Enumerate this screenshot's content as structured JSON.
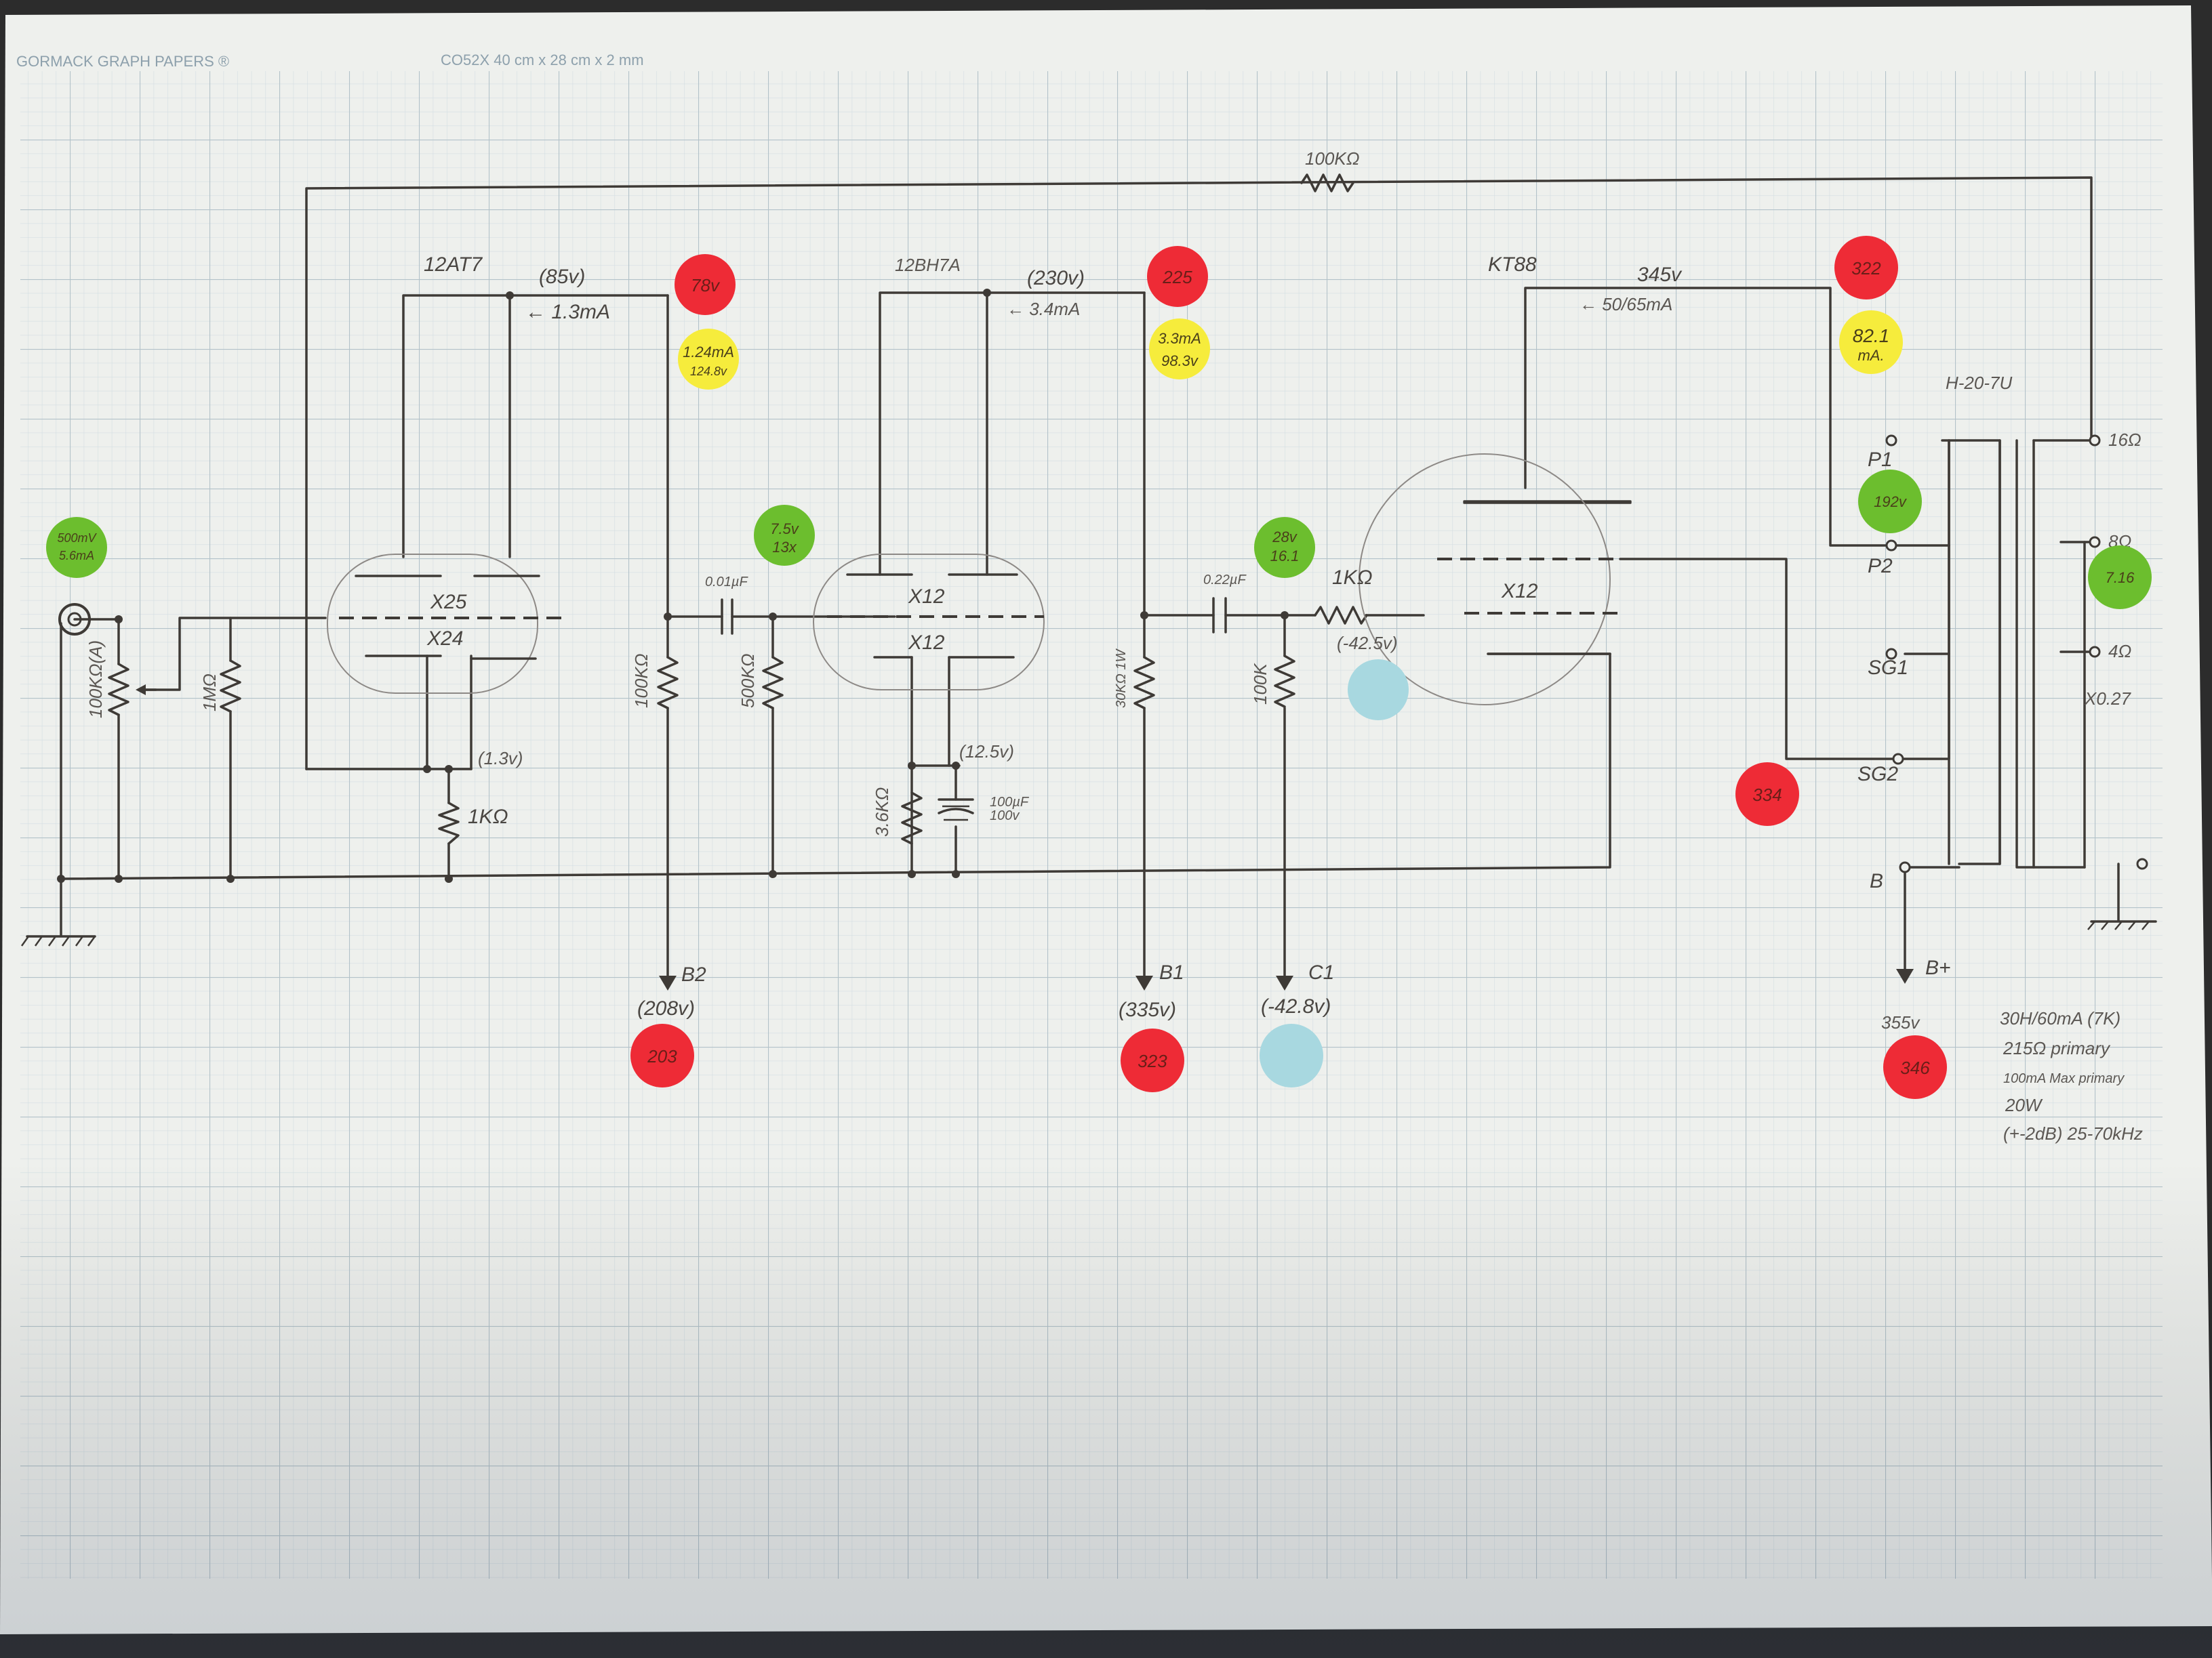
{
  "paper": {
    "brand": "GORMACK GRAPH PAPERS ®",
    "spec": "CO52X 40 cm x 28 cm x 2 mm"
  },
  "stage1": {
    "tube": "12AT7",
    "plate_v": "(85v)",
    "current": "← 1.3mA",
    "triode_top": "X25",
    "triode_bottom": "X24",
    "cathode_v": "(1.3v)",
    "cathode_r": "1KΩ",
    "input_pot": "100KΩ(A)",
    "grid_r": "1MΩ",
    "input_sig_1": "500mV",
    "input_sig_2": "5.6mA",
    "plate_r": "100KΩ",
    "supply_label": "B2",
    "supply_v": "(208v)",
    "supply_meas": "203",
    "meas_plate_v": "78v",
    "meas_current_1": "1.24mA",
    "meas_current_2": "124.8v"
  },
  "stage2": {
    "coupling_cap": "0.01µF",
    "grid_r": "500KΩ",
    "meas_gain_1": "7.5v",
    "meas_gain_2": "13x",
    "tube": "12BH7A",
    "plate_v": "(230v)",
    "current": "← 3.4mA",
    "triode_top": "X12",
    "triode_bottom": "X12",
    "cathode_r": "3.6KΩ",
    "cathode_v": "(12.5v)",
    "cathode_cap_1": "100µF",
    "cathode_cap_2": "100v",
    "plate_r": "30KΩ 1W",
    "supply_label": "B1",
    "supply_v": "(335v)",
    "supply_meas": "323",
    "meas_plate_v": "225",
    "meas_current_1": "3.3mA",
    "meas_current_2": "98.3v"
  },
  "stage3": {
    "coupling_cap": "0.22µF",
    "meas_gain_1": "28v",
    "meas_gain_2": "16.1",
    "grid_stop": "1KΩ",
    "grid_v": "(-42.5v)",
    "grid_r": "100K",
    "bias_label": "C1",
    "bias_v": "(-42.8v)",
    "tube": "KT88",
    "plate_v": "345v",
    "current": "← 50/65mA",
    "gain": "X12",
    "meas_plate_v": "322",
    "meas_current_1": "82.1",
    "meas_current_2": "mA.",
    "meas_sg2": "334"
  },
  "feedback": {
    "resistor": "100KΩ"
  },
  "transformer": {
    "model": "H-20-7U",
    "p1": "P1",
    "p2": "P2",
    "sg1": "SG1",
    "sg2": "SG2",
    "b": "B",
    "tap16": "16Ω",
    "tap8": "8Ω",
    "tap4": "4Ω",
    "ratio": "X0.27",
    "meas_p1": "192v",
    "meas_out": "7.16",
    "bplus": "B+",
    "bplus_v": "355v",
    "bplus_meas": "346",
    "spec_1": "30H/60mA (7K)",
    "spec_2": "215Ω primary",
    "spec_3": "100mA Max primary",
    "spec_4": "20W",
    "spec_5": "(+-2dB) 25-70kHz"
  },
  "colors": {
    "paper": "#eef0ed",
    "grid_minor": "#d3dde2",
    "grid_major": "#b7c5cc",
    "ink": "#3e3a36",
    "dot_red": "#ee2b36",
    "dot_yellow": "#f6ec3c",
    "dot_green": "#6cbe2e",
    "dot_blue": "#a8d8e0"
  }
}
